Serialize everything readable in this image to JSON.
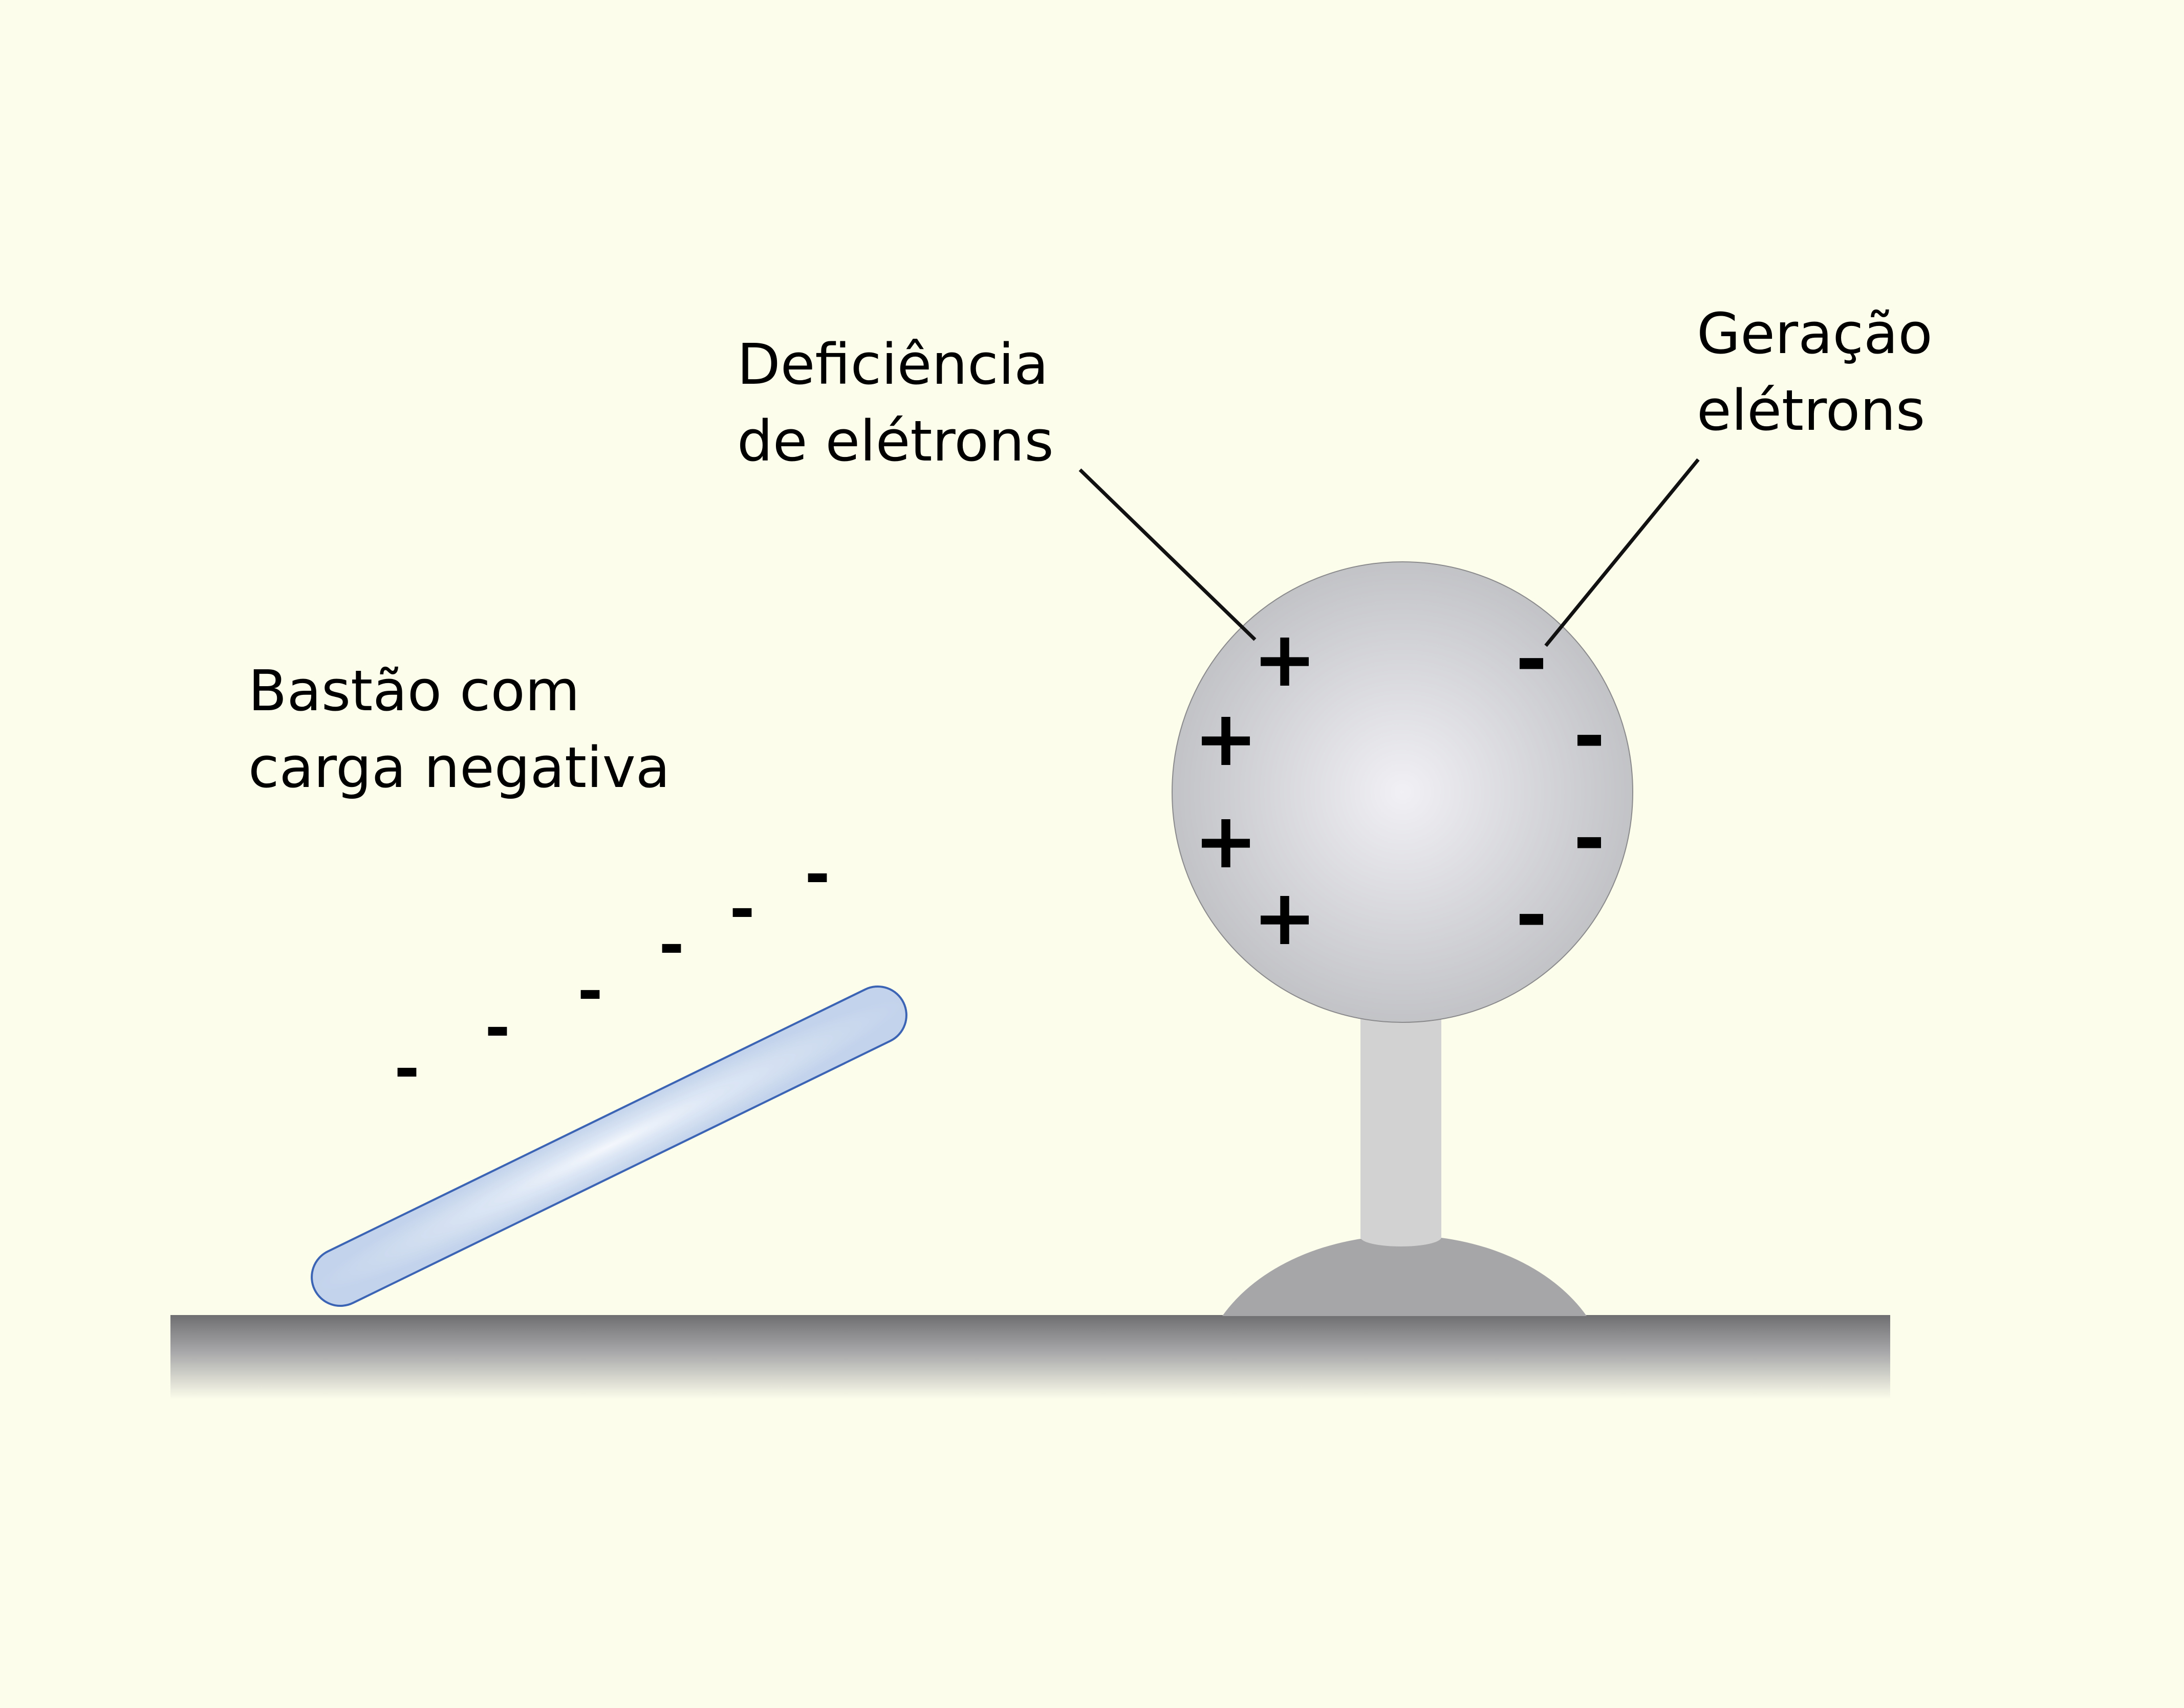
{
  "labels": {
    "rod_line1": "Bastão com",
    "rod_line2": "carga negativa",
    "deficiency_line1": "Deficiência",
    "deficiency_line2": "de elétrons",
    "generation_line1": "Geração",
    "generation_line2": "elétrons"
  },
  "charges": {
    "rod": [
      "-",
      "-",
      "-",
      "-",
      "-",
      "-"
    ],
    "sphere_left": [
      "+",
      "+",
      "+",
      "+"
    ],
    "sphere_right": [
      "-",
      "-",
      "-",
      "-"
    ]
  },
  "colors": {
    "background": "#fdfdec",
    "rod_fill": "#c3d3eb",
    "rod_stroke": "#3c64b4",
    "sphere": "#c2c3c6",
    "stem": "#d2d2d2",
    "base": "#a6a6a8",
    "ground": "#7a7a7c"
  }
}
